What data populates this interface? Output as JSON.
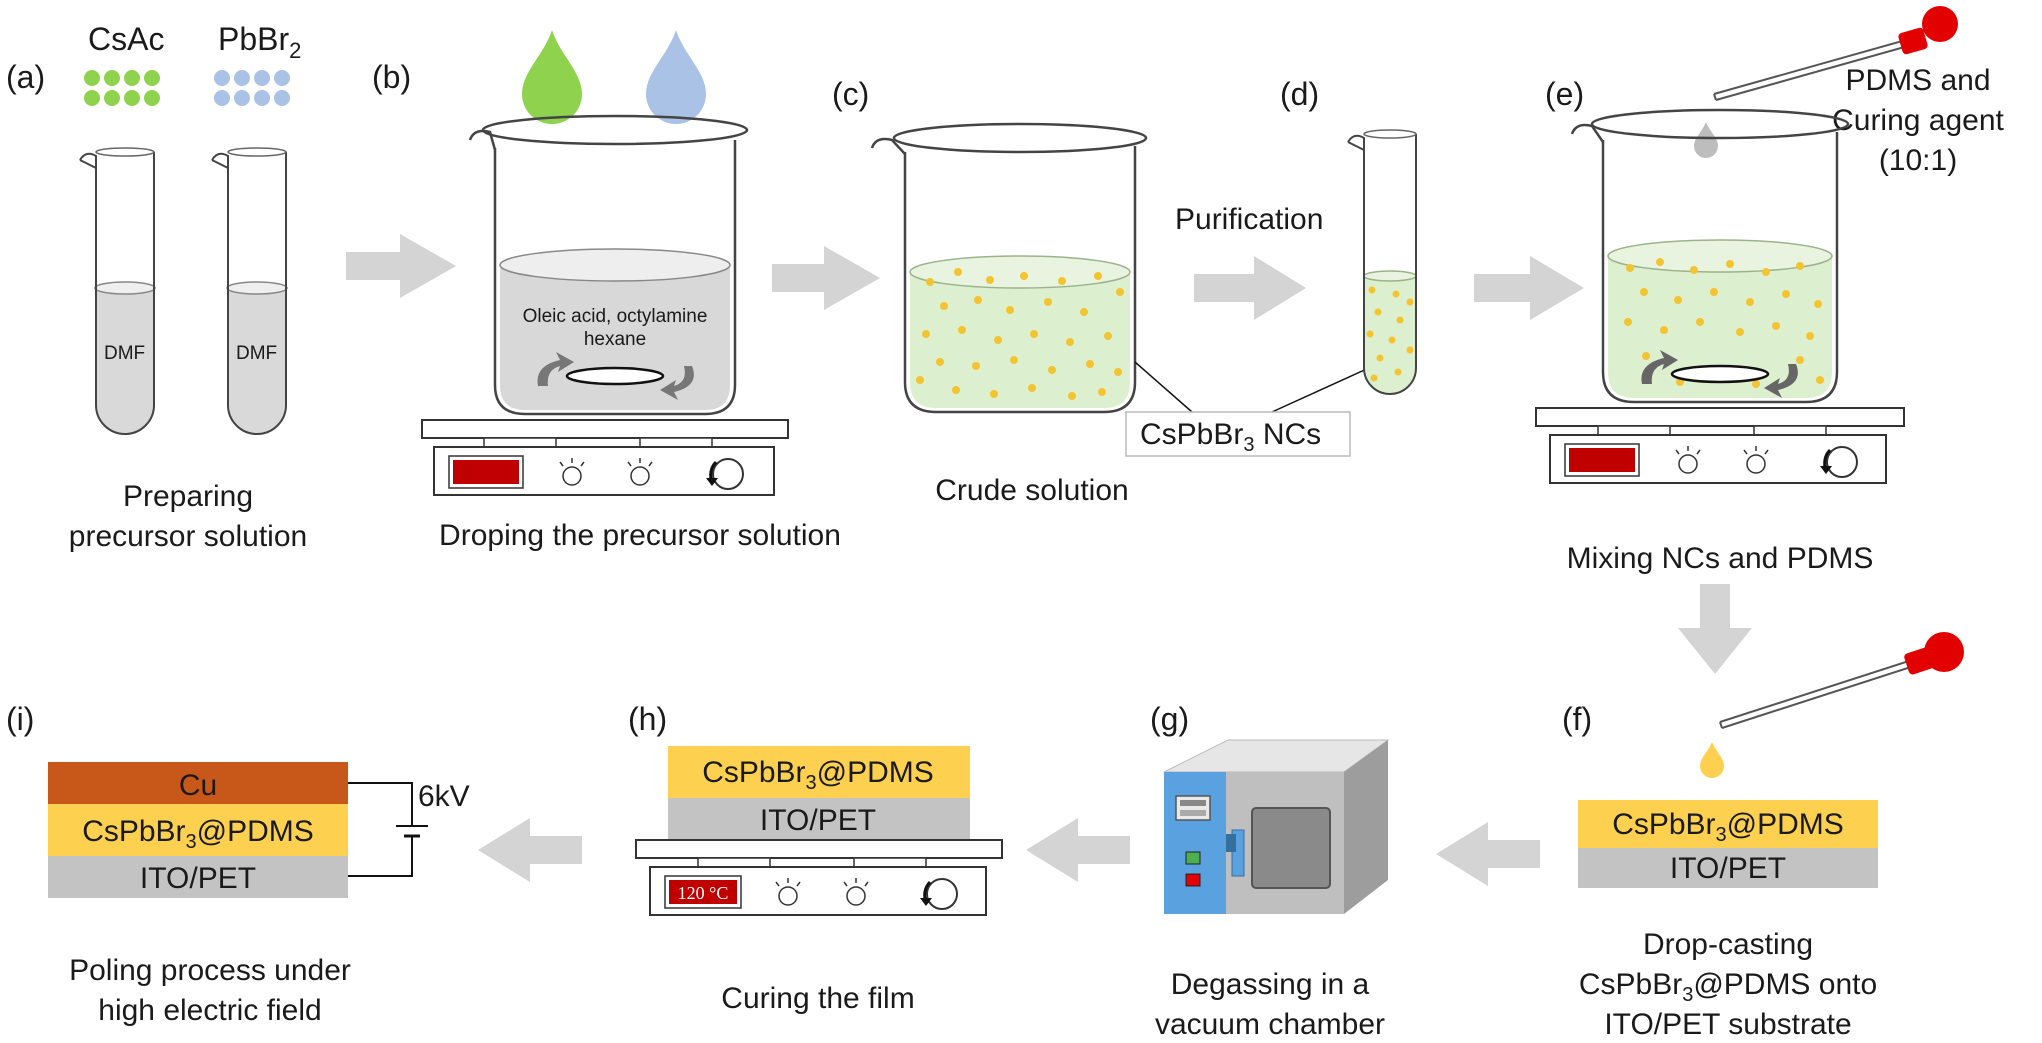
{
  "colors": {
    "green": "#8fd24e",
    "blue": "#a9c2e6",
    "solution": "#dcefcf",
    "nc_dot": "#f4c430",
    "arrow": "#d4d4d4",
    "cu": "#c8581a",
    "composite": "#fdd14f",
    "substrate": "#c3c3c3",
    "display": "#c00000",
    "oven_panel": "#5aa1df",
    "dropper": "#e30000"
  },
  "icons": [
    "test-tube-icon",
    "beaker-icon",
    "hot-plate-icon",
    "dropper-icon",
    "vacuum-oven-icon",
    "battery-icon",
    "arrow-icon"
  ],
  "steps": {
    "a": {
      "label": "(a)",
      "reagent1": "CsAc",
      "reagent2_main": "PbBr",
      "reagent2_sub": "2",
      "tube1_text": "DMF",
      "tube2_text": "DMF",
      "caption_line1": "Preparing",
      "caption_line2": "precursor solution"
    },
    "b": {
      "label": "(b)",
      "solution_line1": "Oleic acid, octylamine",
      "solution_line2": "hexane",
      "caption": "Droping the precursor solution"
    },
    "c": {
      "label": "(c)",
      "caption": "Crude solution"
    },
    "d": {
      "label": "(d)",
      "arrow_text": "Purification"
    },
    "nc_callout": {
      "main": "CsPbBr",
      "sub": "3",
      "rest": " NCs"
    },
    "e": {
      "label": "(e)",
      "note_line1": "PDMS and",
      "note_line2": "Curing agent",
      "note_line3": "(10:1)",
      "caption": "Mixing NCs and PDMS"
    },
    "f": {
      "label": "(f)",
      "layer_top_main": "CsPbBr",
      "layer_top_sub": "3",
      "layer_top_rest": "@PDMS",
      "layer_bottom": "ITO/PET",
      "caption_line1": "Drop-casting",
      "caption_line2_main": "CsPbBr",
      "caption_line2_sub": "3",
      "caption_line2_rest": "@PDMS onto",
      "caption_line3": "ITO/PET substrate"
    },
    "g": {
      "label": "(g)",
      "caption_line1": "Degassing in a",
      "caption_line2": "vacuum chamber"
    },
    "h": {
      "label": "(h)",
      "layer_top_main": "CsPbBr",
      "layer_top_sub": "3",
      "layer_top_rest": "@PDMS",
      "layer_bottom": "ITO/PET",
      "display": "120 °C",
      "caption": "Curing the film"
    },
    "i": {
      "label": "(i)",
      "layer_top": "Cu",
      "layer_mid_main": "CsPbBr",
      "layer_mid_sub": "3",
      "layer_mid_rest": "@PDMS",
      "layer_bottom": "ITO/PET",
      "voltage": "6kV",
      "caption_line1": "Poling process under",
      "caption_line2": "high electric field"
    }
  }
}
